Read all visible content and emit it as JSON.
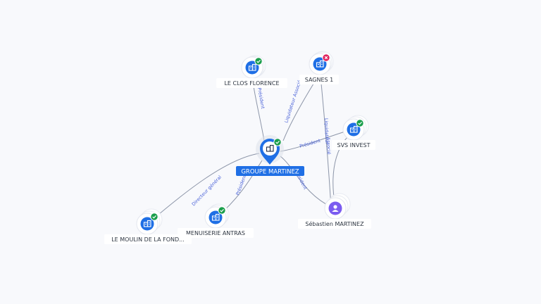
{
  "colors": {
    "active": "#1a9e4b",
    "inactive": "#e0245e",
    "company": "#1f6fe5",
    "person": "#7b5cf0",
    "edge": "#8c95a8",
    "edge_label": "#4b63d8"
  },
  "center": {
    "label": "GROUPE MARTINEZ",
    "icon": "building-icon",
    "status": "active"
  },
  "nodes": [
    {
      "id": "le-clos-florence",
      "label": "LE CLOS FLORENCE",
      "type": "company",
      "status": "active"
    },
    {
      "id": "sagnes-1",
      "label": "SAGNES 1",
      "type": "company",
      "status": "inactive"
    },
    {
      "id": "svs-invest",
      "label": "SVS INVEST",
      "type": "company",
      "status": "active"
    },
    {
      "id": "sebastien-martinez",
      "label": "Sébastien MARTINEZ",
      "type": "person",
      "status": ""
    },
    {
      "id": "menuiserie-antras",
      "label": "MENUISERIE ANTRAS",
      "type": "company",
      "status": "active"
    },
    {
      "id": "le-moulin",
      "label": "LE MOULIN DE LA FOND...",
      "type": "company",
      "status": "active"
    }
  ],
  "edges": [
    {
      "id": "e-clos",
      "label": "Président"
    },
    {
      "id": "e-sagnes",
      "label": "Liquidateur Associé"
    },
    {
      "id": "e-svs",
      "label": "Président"
    },
    {
      "id": "e-seb",
      "label": "Président"
    },
    {
      "id": "e-menuiserie",
      "label": "Président"
    },
    {
      "id": "e-moulin",
      "label": "Directeur général"
    },
    {
      "id": "e-seb-sagnes",
      "label": "Liquidateur"
    },
    {
      "id": "e-seb-svs",
      "label": "Associé"
    }
  ]
}
